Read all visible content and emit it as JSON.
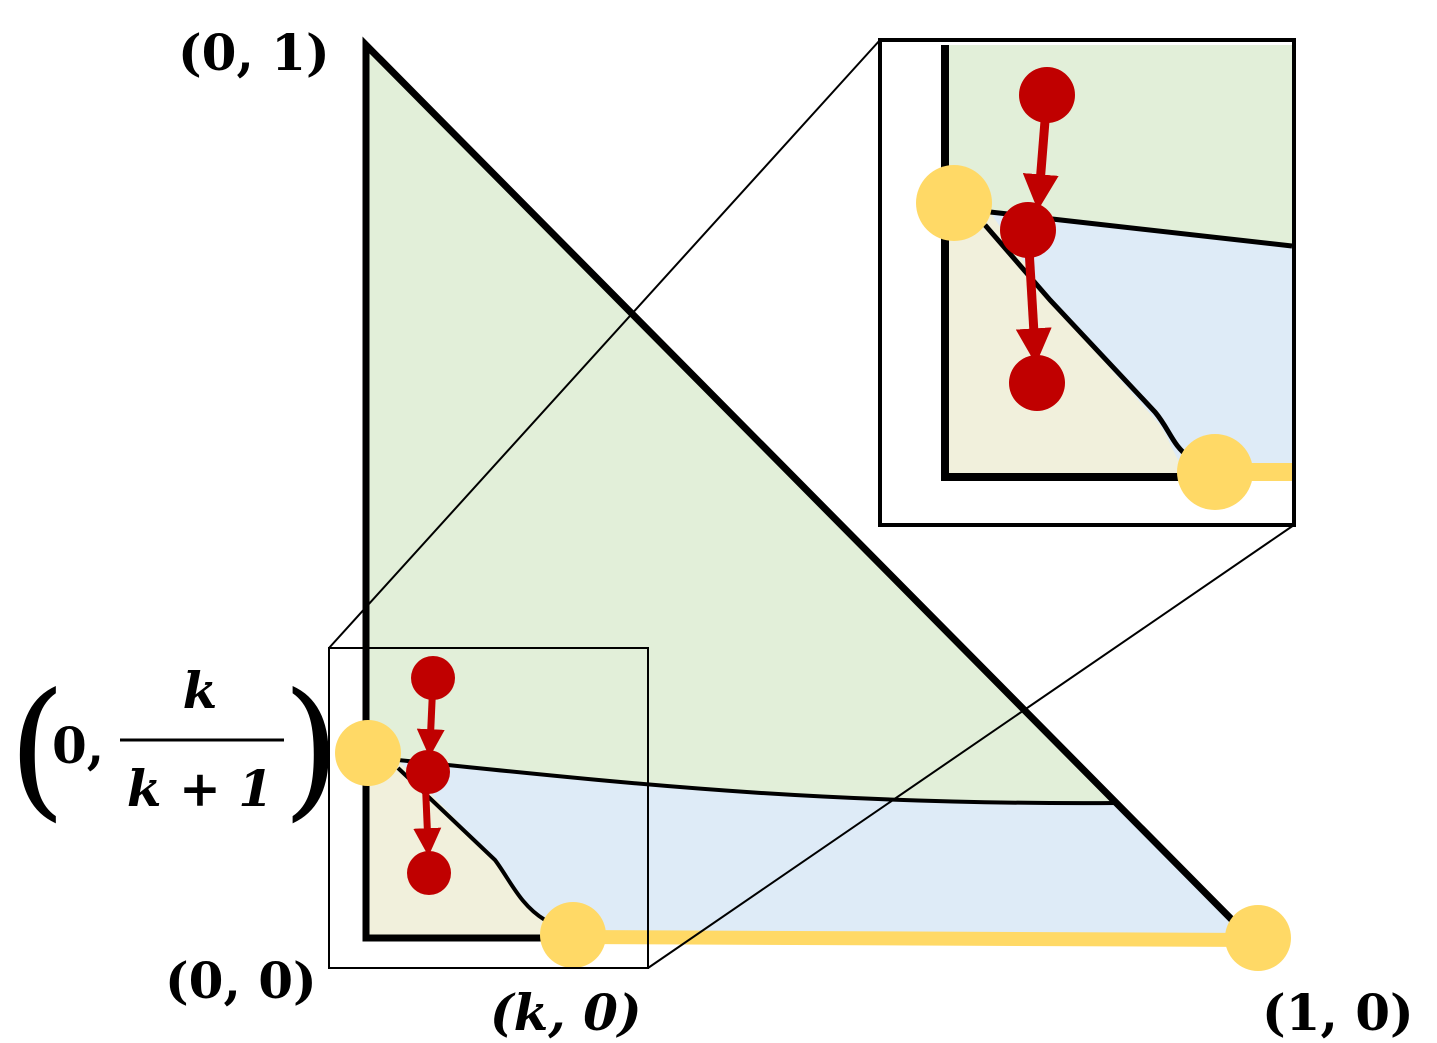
{
  "labels": {
    "top_vertex": "(0, 1)",
    "origin": "(0, 0)",
    "k_point": "(k, 0)",
    "one_point": "(1, 0)",
    "left_open": "(",
    "left_zero": "0,",
    "frac_num": "k",
    "frac_den": "k + 1",
    "left_close": ")"
  },
  "colors": {
    "green_region": "#e2efd9",
    "blue_region": "#deebf7",
    "beige_region": "#f1f0dc",
    "yellow": "#ffd966",
    "red": "#c00000",
    "outline": "#000000"
  }
}
